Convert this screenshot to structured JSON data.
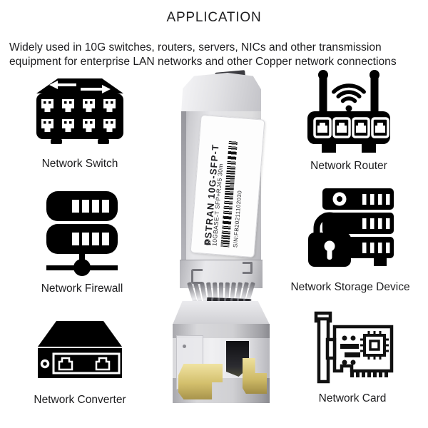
{
  "header": {
    "title": "APPLICATION",
    "description_lines": [
      "Widely used in 10G switches, routers, servers, NICs and other transmission",
      "equipment for enterprise LAN networks and other Copper network connections"
    ]
  },
  "applications": [
    {
      "id": "network-switch",
      "label": "Network Switch"
    },
    {
      "id": "network-router",
      "label": "Network Router"
    },
    {
      "id": "network-firewall",
      "label": "Network Firewall"
    },
    {
      "id": "network-storage-device",
      "label": "Network Storage Device"
    },
    {
      "id": "network-converter",
      "label": "Network Converter"
    },
    {
      "id": "network-card",
      "label": "Network Card"
    }
  ],
  "module": {
    "logo_glyph": "❂",
    "brand": "PSTRAN 10G-SFP-T",
    "spec": "10GBASE-T SFP+RJ45 30m",
    "serial": "S/N:FB20211102030"
  },
  "colors": {
    "icon": "#000000",
    "text": "#1d1d1f",
    "background": "#ffffff",
    "gold": "#d3bf6c",
    "metal_light": "#e8e8ea",
    "metal_dark": "#a6a6ac"
  }
}
